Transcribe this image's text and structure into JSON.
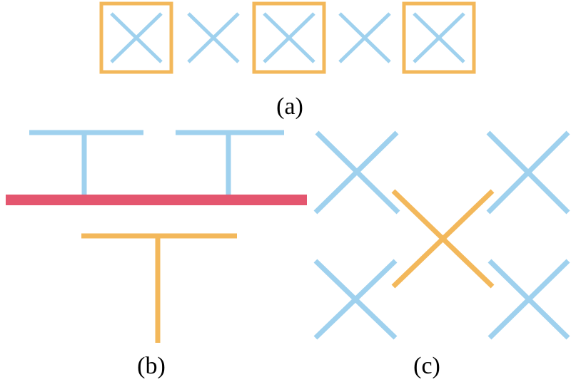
{
  "colors": {
    "blue": "#9fd1ee",
    "orange": "#f3b85b",
    "red": "#e4566f",
    "text": "#000000"
  },
  "captions": {
    "a": "(a)",
    "b": "(b)",
    "c": "(c)"
  }
}
